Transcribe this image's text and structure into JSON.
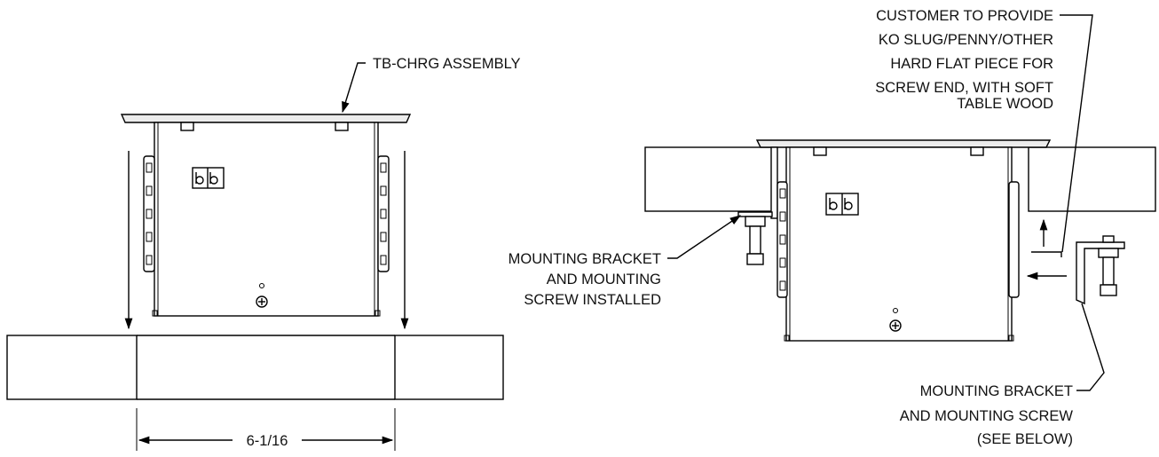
{
  "left_view": {
    "assembly_label": "TB-CHRG ASSEMBLY",
    "dimension_label": "6-1/16"
  },
  "right_view": {
    "customer_note": [
      "CUSTOMER TO PROVIDE",
      "KO SLUG/PENNY/OTHER",
      "HARD FLAT PIECE FOR",
      "SCREW END, WITH SOFT",
      "TABLE WOOD"
    ],
    "installed_note": [
      "MOUNTING BRACKET",
      "AND MOUNTING",
      "SCREW INSTALLED"
    ],
    "bracket_note": [
      "MOUNTING BRACKET",
      "AND MOUNTING SCREW",
      "(SEE BELOW)"
    ]
  },
  "colors": {
    "line": "#000000",
    "background": "#ffffff",
    "flange": "#ececec"
  }
}
